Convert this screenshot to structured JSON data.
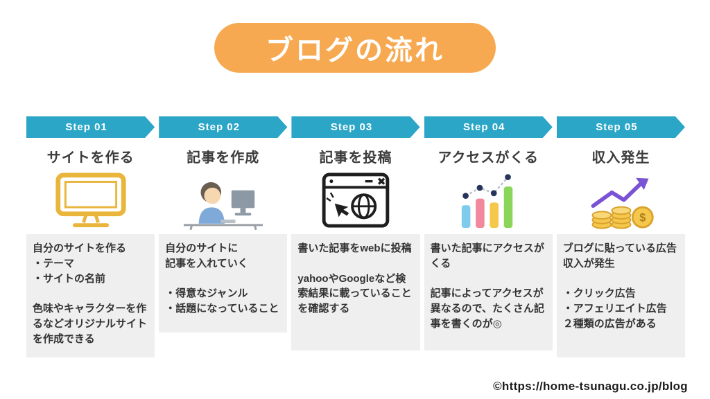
{
  "title": "ブログの流れ",
  "steps": [
    {
      "banner": "Step 01",
      "title": "サイトを作る",
      "icon": "monitor-icon",
      "body": "自分のサイトを作る\n・テーマ\n・サイトの名前\n\n色味やキャラクターを作るなどオリジナルサイトを作成できる"
    },
    {
      "banner": "Step 02",
      "title": "記事を作成",
      "icon": "writer-at-computer-illustration",
      "body": "自分のサイトに\n記事を入れていく\n\n・得意なジャンル\n・話題になっていること"
    },
    {
      "banner": "Step 03",
      "title": "記事を投稿",
      "icon": "browser-globe-icon",
      "body": "書いた記事をwebに投稿\n\nyahooやGoogleなど検索結果に載っていることを確認する"
    },
    {
      "banner": "Step 04",
      "title": "アクセスがくる",
      "icon": "analytics-chart-icon",
      "body": "書いた記事にアクセスがくる\n\n記事によってアクセスが異なるので、たくさん記事を書くのが◎"
    },
    {
      "banner": "Step 05",
      "title": "収入発生",
      "icon": "coins-income-icon",
      "coin_symbol": "$",
      "body": "ブログに貼っている広告収入が発生\n\n・クリック広告\n・アフェリエイト広告\n２種類の広告がある"
    }
  ],
  "footer": "©https://home-tsunagu.co.jp/blog",
  "colors": {
    "accent_orange": "#F6A950",
    "banner_teal": "#2BA6C7",
    "box_gray": "#EFEFEF",
    "monitor_yellow": "#E9B53B",
    "arrow_purple": "#7A52D6"
  }
}
